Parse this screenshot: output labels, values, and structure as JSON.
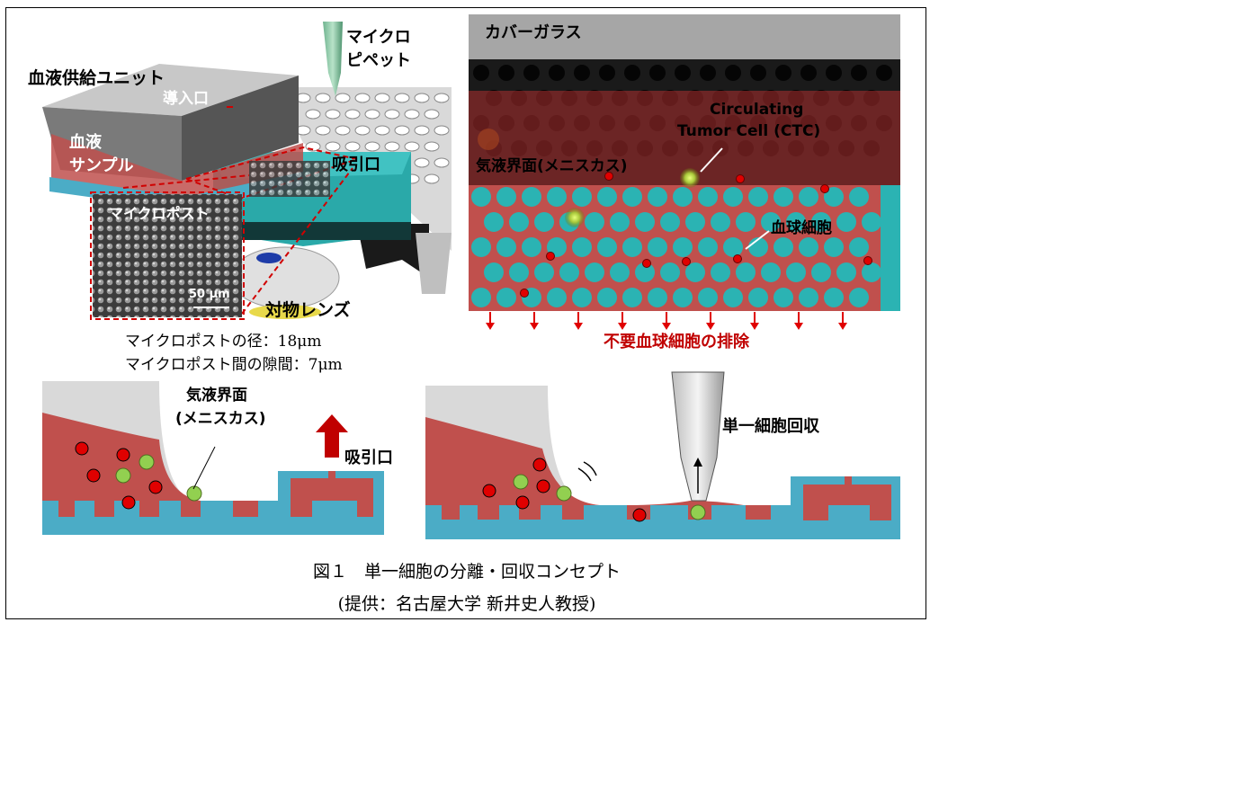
{
  "device_3d": {
    "blood_unit": "血液供給ユニット",
    "inlet": "導入口",
    "sample_line1": "血液",
    "sample_line2": "サンプル",
    "pipette_line1": "マイクロ",
    "pipette_line2": "ピペット",
    "suction": "吸引口",
    "micropost": "マイクロポスト",
    "scale": "50 μm",
    "objective": "対物レンズ",
    "post_diameter": "マイクロポストの径：18μm",
    "post_gap": "マイクロポスト間の隙間：7μm"
  },
  "detail_view": {
    "cover_glass": "カバーガラス",
    "ctc_line1": "Circulating",
    "ctc_line2": "Tumor Cell (CTC)",
    "meniscus": "気液界面(メニスカス)",
    "blood_cells": "血球細胞",
    "discharge": "不要血球細胞の排除"
  },
  "cross_section_left": {
    "meniscus_line1": "気液界面",
    "meniscus_line2": "(メニスカス)",
    "suction": "吸引口"
  },
  "cross_section_right": {
    "retrieval": "単一細胞回収"
  },
  "caption": {
    "title": "図１　単一細胞の分離・回収コンセプト",
    "credit": "(提供：名古屋大学 新井史人教授)"
  },
  "colors": {
    "blood": "#c0504d",
    "teal": "#4bacc6",
    "rbc": "#e00000",
    "ctc": "#92d050",
    "arrow": "#e00000"
  }
}
